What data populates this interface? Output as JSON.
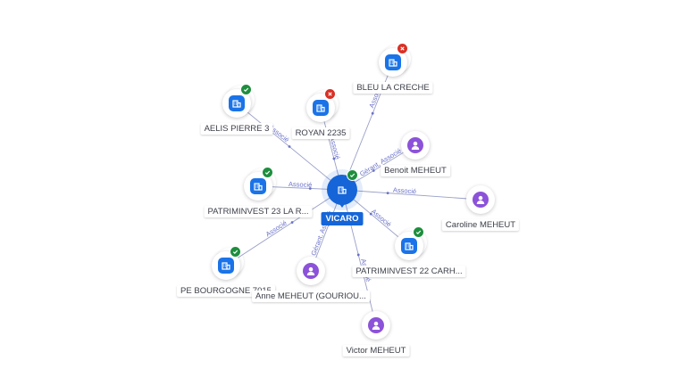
{
  "center": {
    "label": "VICARO",
    "status": "ok",
    "icon": "company-building-icon"
  },
  "nodes": [
    {
      "id": "bleu",
      "label": "BLEU LA CRECHE",
      "kind": "company",
      "status": "ko",
      "edge": "Associé"
    },
    {
      "id": "aelis",
      "label": "AELIS PIERRE 3",
      "kind": "company",
      "status": "ok",
      "edge": "Associé"
    },
    {
      "id": "royan",
      "label": "ROYAN 2235",
      "kind": "company",
      "status": "ko",
      "edge": "Associé"
    },
    {
      "id": "benoit",
      "label": "Benoit MEHEUT",
      "kind": "person",
      "status": "",
      "edge": "Gérant, Associé"
    },
    {
      "id": "caroline",
      "label": "Caroline MEHEUT",
      "kind": "person",
      "status": "",
      "edge": "Associé"
    },
    {
      "id": "patri23",
      "label": "PATRIMINVEST 23 LA R...",
      "kind": "company",
      "status": "ok",
      "edge": "Associé"
    },
    {
      "id": "patri22",
      "label": "PATRIMINVEST 22 CARH...",
      "kind": "company",
      "status": "ok",
      "edge": "Associé"
    },
    {
      "id": "pebourg",
      "label": "PE BOURGOGNE 7015",
      "kind": "company",
      "status": "ok",
      "edge": "Associé"
    },
    {
      "id": "anne",
      "label": "Anne MEHEUT (GOURIOU...",
      "kind": "person",
      "status": "",
      "edge": "Gérant, Associé"
    },
    {
      "id": "victor",
      "label": "Victor MEHEUT",
      "kind": "person",
      "status": "",
      "edge": "Associé"
    }
  ],
  "colors": {
    "company": "#1a73e8",
    "person": "#8c52d9",
    "ok": "#1e8e3e",
    "ko": "#d93025",
    "edge": "#9aa0c8",
    "edge_label": "#6b72c9"
  }
}
